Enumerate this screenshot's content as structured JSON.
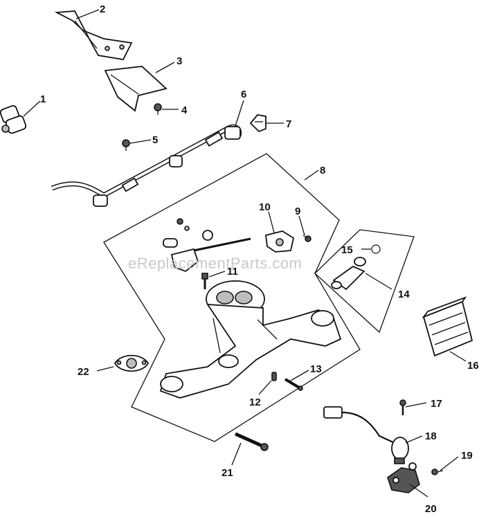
{
  "watermark": "eReplacementParts.com",
  "callouts": [
    "1",
    "2",
    "3",
    "4",
    "5",
    "6",
    "7",
    "8",
    "9",
    "10",
    "11",
    "12",
    "13",
    "14",
    "15",
    "16",
    "17",
    "18",
    "19",
    "20",
    "21",
    "22"
  ]
}
